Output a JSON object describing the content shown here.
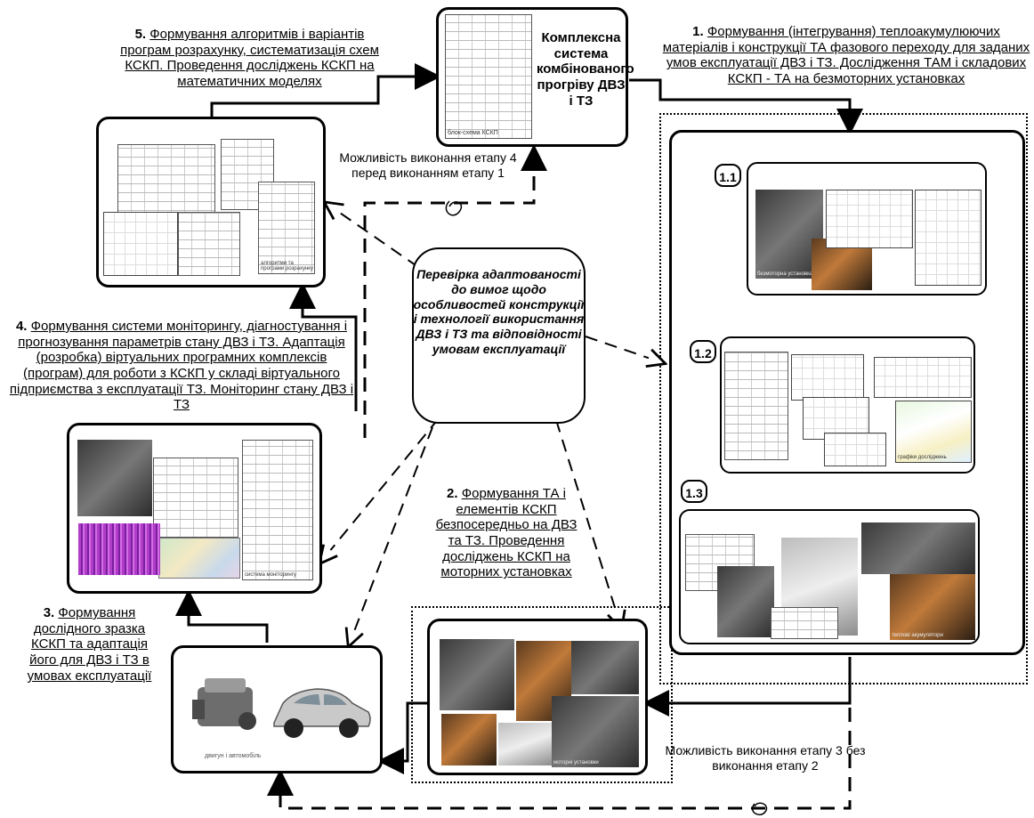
{
  "central_box": {
    "text": "Комплексна система комбінованого прогріву ДВЗ і ТЗ"
  },
  "center": {
    "text": "Перевірка адаптованості до вимог щодо особливостей конструкції і технології використання ДВЗ і ТЗ та відповідності умовам експлуатації"
  },
  "steps": {
    "s1": {
      "num": "1.",
      "text": "Формування (інтегрування) теплоакумулюючих матеріалів і конструкції ТА фазового переходу для заданих умов експлуатації ДВЗ і ТЗ. Дослідження ТАМ і складових КСКП - ТА на безмоторних установках"
    },
    "s2": {
      "num": "2.",
      "text": "Формування ТА і елементів КСКП безпосередньо на ДВЗ та ТЗ. Проведення досліджень КСКП на моторних установках"
    },
    "s3": {
      "num": "3.",
      "text": "Формування дослідного зразка КСКП та адаптація його для ДВЗ і ТЗ в умовах експлуатації"
    },
    "s4": {
      "num": "4.",
      "text": "Формування системи моніторингу, діагностування і прогнозування параметрів стану ДВЗ і ТЗ. Адаптація (розробка) віртуальних програмних комплексів (програм) для роботи з КСКП у складі віртуального підприємства з експлуатації ТЗ. Моніторинг стану ДВЗ і ТЗ"
    },
    "s5": {
      "num": "5.",
      "text": "Формування алгоритмів і варіантів програм розрахунку, систематизація схем КСКП. Проведення досліджень КСКП на математичних моделях"
    }
  },
  "notes": {
    "n1": "Можливість виконання етапу 4 перед виконанням етапу 1",
    "n2": "Можливість виконання етапу 3 без виконання етапу 2"
  },
  "sub_labels": {
    "l1": "1.1",
    "l2": "1.2",
    "l3": "1.3"
  },
  "image_labels": {
    "flowchart": "блок-схема КСКП",
    "programs": "алгоритми та програми розрахунку",
    "monitoring": "система моніторингу",
    "engine": "двигун і автомобіль",
    "motor_stand": "моторні установки",
    "lab_stand": "безмоторна установка",
    "graphs": "графіки досліджень",
    "ta_units": "теплові акумулятори"
  }
}
